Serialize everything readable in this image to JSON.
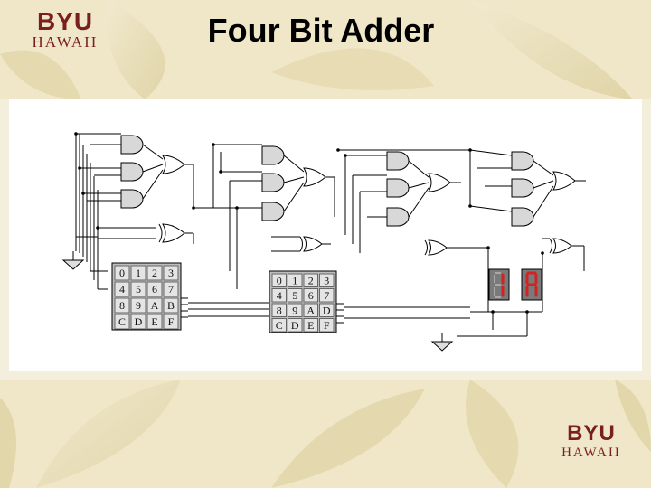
{
  "slide": {
    "title": "Four Bit Adder"
  },
  "logo_top": {
    "main": "BYU",
    "sub": "HAWAII"
  },
  "logo_bottom": {
    "main": "BYU",
    "sub": "HAWAII"
  },
  "keypads": [
    [
      "0",
      "1",
      "2",
      "3",
      "4",
      "5",
      "6",
      "7",
      "8",
      "9",
      "A",
      "B",
      "C",
      "D",
      "E",
      "F"
    ],
    [
      "0",
      "1",
      "2",
      "3",
      "4",
      "5",
      "6",
      "7",
      "8",
      "9",
      "A",
      "D",
      "C",
      "D",
      "E",
      "F"
    ]
  ],
  "colors": {
    "brand": "#7a1f1f",
    "leaf_tint": "#e9e0c0",
    "seven_segment": "#d32222"
  }
}
